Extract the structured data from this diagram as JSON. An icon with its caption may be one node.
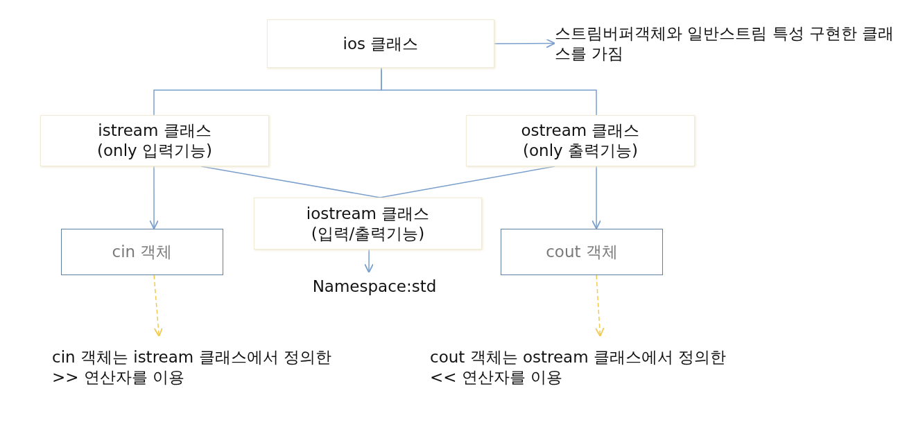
{
  "diagram": {
    "nodes": [
      {
        "text": [
          "ios 클래스"
        ]
      },
      {
        "text": [
          "스트림버퍼객체와 일반스트림 특성 구현한 클래스를 가짐"
        ]
      },
      {
        "text": [
          "istream 클래스",
          "(only 입력기능)"
        ]
      },
      {
        "text": [
          "ostream 클래스",
          "(only 출력기능)"
        ]
      },
      {
        "text": [
          "iostream 클래스",
          "(입력/출력기능)"
        ]
      },
      {
        "text": [
          "cin 객체"
        ]
      },
      {
        "text": [
          "cout 객체"
        ]
      },
      {
        "text": [
          "Namespace:std"
        ]
      },
      {
        "text": [
          "cin 객체는 istream 클래스에서 정의한 >> 연산자를 이용"
        ]
      },
      {
        "text": [
          "cout 객체는 ostream 클래스에서 정의한 << 연산자를 이용"
        ]
      }
    ],
    "edges": [
      {
        "from": 0,
        "to": 1,
        "arrow": "to"
      },
      {
        "from": 0,
        "to": 2,
        "arrow": "none"
      },
      {
        "from": 0,
        "to": 3,
        "arrow": "none"
      },
      {
        "from": 2,
        "to": 4,
        "arrow": "none"
      },
      {
        "from": 3,
        "to": 4,
        "arrow": "none"
      },
      {
        "from": 2,
        "to": 5,
        "arrow": "to"
      },
      {
        "from": 3,
        "to": 6,
        "arrow": "to"
      },
      {
        "from": 4,
        "to": 7,
        "arrow": "to"
      },
      {
        "from": 5,
        "to": 8,
        "arrow": "to",
        "style": "dashed",
        "color": "#f2c94c"
      },
      {
        "from": 6,
        "to": 9,
        "arrow": "to",
        "style": "dashed",
        "color": "#f2c94c"
      }
    ]
  }
}
